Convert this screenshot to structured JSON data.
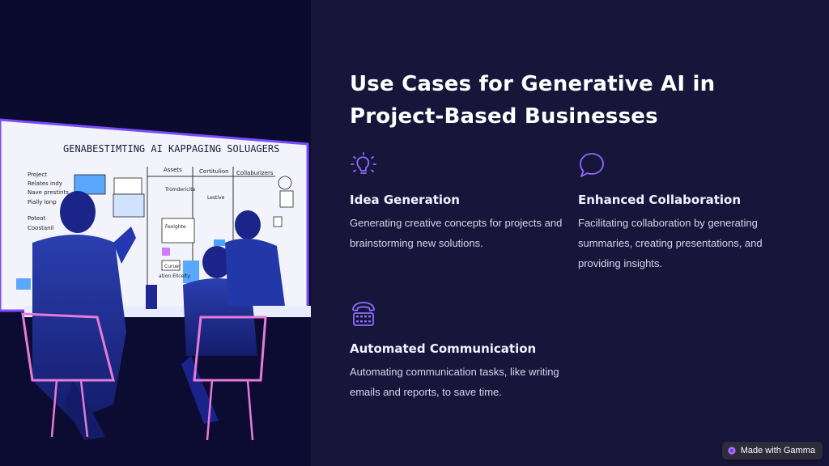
{
  "slide": {
    "title_lines": [
      "Use Cases for Generative AI in",
      "Project-Based Businesses"
    ]
  },
  "illustration": {
    "board_title": "GENABESTIMTING AI KAPPAGING SOLUAGERS",
    "headers": [
      "Assets",
      "Certitulion",
      "Collaburizers"
    ],
    "notes": [
      "Project",
      "Relates indy",
      "Nave prestints",
      "Pially lonp",
      "Poteot",
      "Coostanil",
      "Tromdericite",
      "Lestive",
      "Fexighte",
      "Curuer",
      "ation Ellcelty"
    ]
  },
  "use_cases": [
    {
      "title": "Idea Generation",
      "desc_lines": [
        "Generating creative concepts for projects and",
        "brainstorming new solutions."
      ],
      "icon": "lightbulb-icon"
    },
    {
      "title": "Enhanced Collaboration",
      "desc_lines": [
        "Facilitating collaboration by generating",
        "summaries, creating presentations, and",
        "providing insights."
      ],
      "icon": "speech-bubble-icon"
    },
    {
      "title": "Automated Communication",
      "desc_lines": [
        "Automating communication tasks, like writing",
        "emails and reports, to save time."
      ],
      "icon": "telephone-icon"
    }
  ],
  "badge": {
    "label": "Made with Gamma"
  },
  "colors": {
    "background": "#17163a",
    "accent": "#8f6bff",
    "text": "#ffffff",
    "muted_text": "#d6d4ea",
    "neon_edge": "#7b4dff"
  }
}
